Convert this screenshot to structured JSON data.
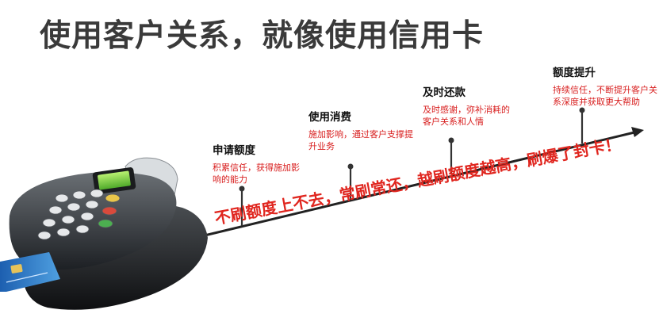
{
  "title": "使用客户关系，就像使用信用卡",
  "milestones": [
    {
      "title": "申请额度",
      "desc": "积累信任，获得施加影响的能力"
    },
    {
      "title": "使用消费",
      "desc": "施加影响，通过客户支撑提升业务"
    },
    {
      "title": "及时还款",
      "desc": "及时感谢，弥补消耗的客户关系和人情"
    },
    {
      "title": "额度提升",
      "desc": "持续信任，不断提升客户关",
      "desc2": "系深度并获取更大帮助"
    }
  ],
  "slogan": "不刷额度上不去，常刷常还，越刷额度越高，刷爆了封卡！",
  "colors": {
    "accent": "#e0261f",
    "title": "#3a3a3a",
    "line": "#222222"
  },
  "icons": [
    "pos-terminal-icon",
    "credit-card-icon"
  ]
}
